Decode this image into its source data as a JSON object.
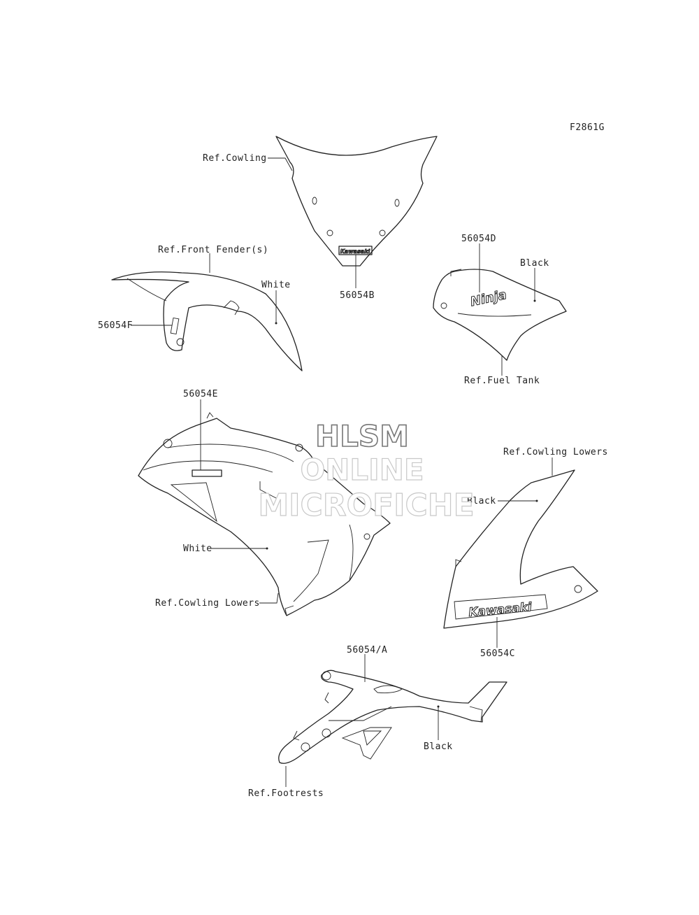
{
  "diagram_code": "F2861G",
  "watermark": {
    "line1": "HLSM",
    "line2": "ONLINE",
    "line3": "MICROFICHE"
  },
  "decal_text": {
    "kawasaki_big": "Kawasaki",
    "ninja": "Ninja"
  },
  "labels": {
    "ref_cowling": "Ref.Cowling",
    "part_56054B": "56054B",
    "ref_front_fender": "Ref.Front Fender(s)",
    "white_fender": "White",
    "part_56054F": "56054F",
    "part_56054D": "56054D",
    "black_tank": "Black",
    "ref_fuel_tank": "Ref.Fuel Tank",
    "part_56054E": "56054E",
    "white_cowl": "White",
    "ref_cowling_lowers_left": "Ref.Cowling Lowers",
    "ref_cowling_lowers_right": "Ref.Cowling Lowers",
    "black_lower": "Black",
    "part_56054C": "56054C",
    "part_56054A": "56054/A",
    "black_frame": "Black",
    "ref_footrests": "Ref.Footrests"
  }
}
